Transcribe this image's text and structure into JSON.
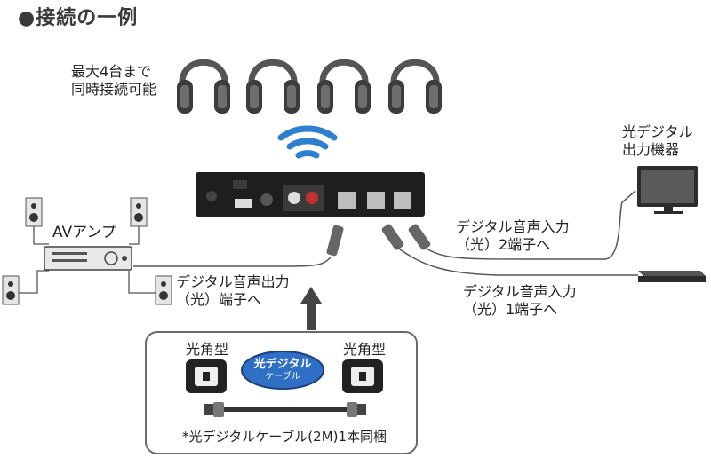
{
  "title": "●接続の一例",
  "headphones_note": [
    "最大4台まで",
    "同時接続可能"
  ],
  "right_device_label": [
    "光デジタル",
    "出力機器"
  ],
  "av_amp_label": "AVアンプ",
  "out_label": [
    "デジタル音声出力",
    "（光）端子へ"
  ],
  "in2_label": [
    "デジタル音声入力",
    "（光）2端子へ"
  ],
  "in1_label": [
    "デジタル音声入力",
    "（光）1端子へ"
  ],
  "cable": {
    "left_label": "光角型",
    "right_label": "光角型",
    "badge_main": "光デジタル",
    "badge_sub": "ケーブル",
    "footnote": "*光デジタルケーブル(2M)1本同梱"
  },
  "colors": {
    "device": "#1e1e1e",
    "badge": "#2f6fc6",
    "wifi": "#2d7fd0",
    "line": "#555555"
  },
  "icons": [
    "headphones-icon",
    "wifi-icon",
    "tv-icon",
    "player-icon",
    "speaker-icon",
    "amp-icon",
    "arrow-up-icon"
  ]
}
